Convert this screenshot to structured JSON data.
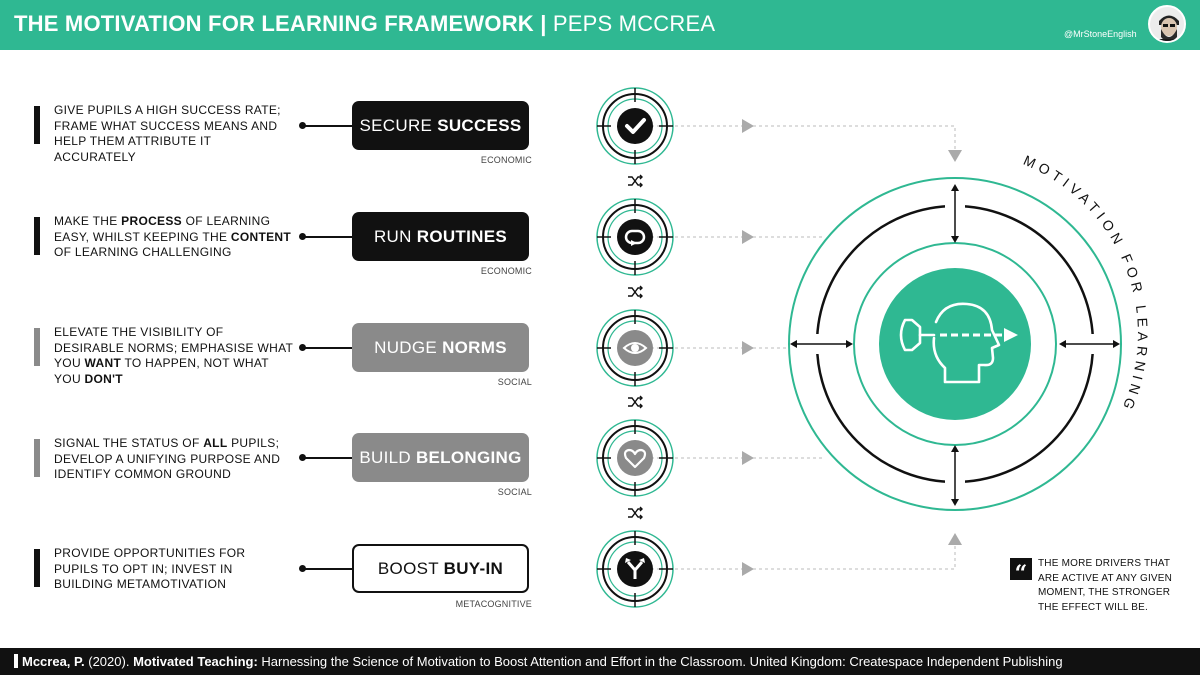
{
  "header": {
    "title_bold": "THE MOTIVATION FOR LEARNING FRAMEWORK |",
    "title_light": "PEPS MCCREA",
    "handle": "@MrStoneEnglish"
  },
  "rows": [
    {
      "description": [
        "GIVE PUPILS A HIGH SUCCESS RATE; FRAME WHAT SUCCESS MEANS AND HELP THEM ATTRIBUTE IT ACCURATELY"
      ],
      "driver_light": "SECURE ",
      "driver_bold": "SUCCESS",
      "category": "ECONOMIC",
      "icon": "checkmark-icon"
    },
    {
      "description": [
        "MAKE THE ",
        "PROCESS",
        " OF LEARNING EASY, WHILST KEEPING THE ",
        "CONTENT",
        " OF LEARNING CHALLENGING"
      ],
      "driver_light": "RUN ",
      "driver_bold": "ROUTINES",
      "category": "ECONOMIC",
      "icon": "loop-arrow-icon"
    },
    {
      "description": [
        "ELEVATE THE VISIBILITY OF DESIRABLE NORMS; EMPHASISE WHAT YOU ",
        "WANT",
        " TO HAPPEN, NOT WHAT YOU ",
        "DON'T"
      ],
      "driver_light": "NUDGE ",
      "driver_bold": "NORMS",
      "category": "SOCIAL",
      "icon": "eye-icon"
    },
    {
      "description": [
        "SIGNAL THE STATUS OF ",
        "ALL",
        " PUPILS; DEVELOP A UNIFYING PURPOSE AND IDENTIFY COMMON GROUND"
      ],
      "driver_light": "BUILD ",
      "driver_bold": "BELONGING",
      "category": "SOCIAL",
      "icon": "heart-icon"
    },
    {
      "description": [
        "PROVIDE OPPORTUNITIES FOR PUPILS TO OPT IN; INVEST IN BUILDING METAMOTIVATION"
      ],
      "driver_light": "BOOST ",
      "driver_bold": "BUY-IN",
      "category": "METACOGNITIVE",
      "icon": "fork-arrow-icon"
    }
  ],
  "ring_label": "MOTIVATION FOR LEARNING",
  "quote": "THE MORE DRIVERS THAT ARE ACTIVE AT ANY GIVEN MOMENT, THE STRONGER THE EFFECT WILL BE.",
  "footer": {
    "author": "Mccrea, P.",
    "year": " (2020). ",
    "book_title": "Motivated Teaching:",
    "rest": " Harnessing the Science of Motivation to Boost Attention and Effort in the Classroom. United Kingdom: Createspace Independent Publishing"
  },
  "colors": {
    "accent": "#2fb892",
    "dark": "#111111",
    "grey": "#8a8a8a"
  }
}
